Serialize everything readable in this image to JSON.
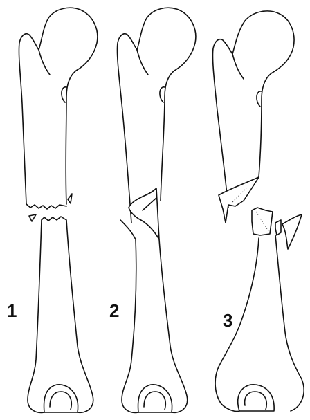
{
  "figure": {
    "panels": [
      {
        "label": "1"
      },
      {
        "label": "2"
      },
      {
        "label": "3"
      }
    ]
  }
}
